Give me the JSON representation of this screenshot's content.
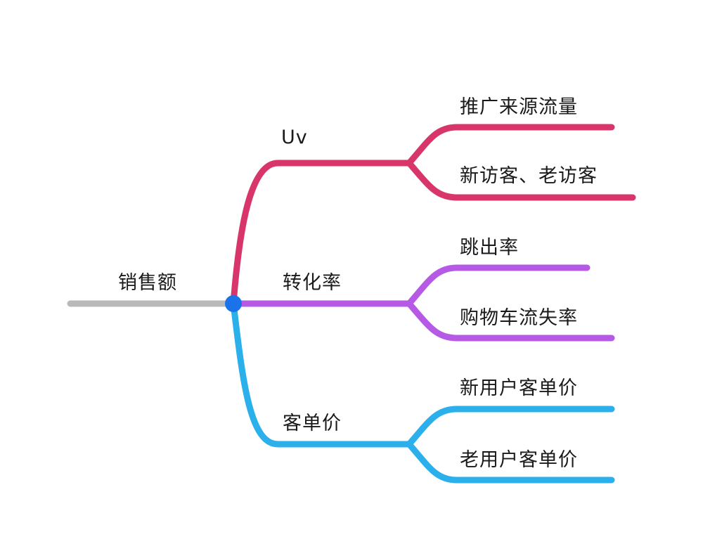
{
  "colors": {
    "root_line": "#b9b9b9",
    "hub": "#1a73e8",
    "uv": "#d8366a",
    "conversion": "#b65ae6",
    "aov": "#2bb0ec"
  },
  "root": {
    "label": "销售额"
  },
  "branches": [
    {
      "key": "uv",
      "label": "Uv",
      "children": [
        {
          "label": "推广来源流量"
        },
        {
          "label": "新访客、老访客"
        }
      ]
    },
    {
      "key": "conversion",
      "label": "转化率",
      "children": [
        {
          "label": "跳出率"
        },
        {
          "label": "购物车流失率"
        }
      ]
    },
    {
      "key": "aov",
      "label": "客单价",
      "children": [
        {
          "label": "新用户客单价"
        },
        {
          "label": "老用户客单价"
        }
      ]
    }
  ]
}
